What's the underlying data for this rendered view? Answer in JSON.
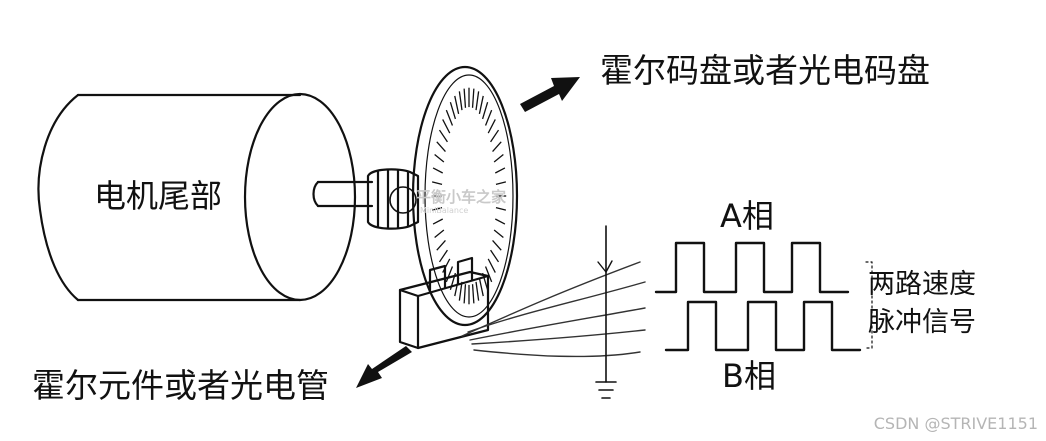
{
  "labels": {
    "motor_tail": "电机尾部",
    "code_disk": "霍尔码盘或者光电码盘",
    "sensor": "霍尔元件或者光电管",
    "phase_a": "A相",
    "phase_b": "B相",
    "signal_line1": "两路速度",
    "signal_line2": "脉冲信号"
  },
  "watermark": {
    "text": "平衡小车之家",
    "sub": "MiniBalance"
  },
  "credit": "CSDN @STRIVE1151",
  "colors": {
    "ink": "#111111",
    "watermark": "#c9c9c9",
    "credit": "#b5b5b5"
  }
}
